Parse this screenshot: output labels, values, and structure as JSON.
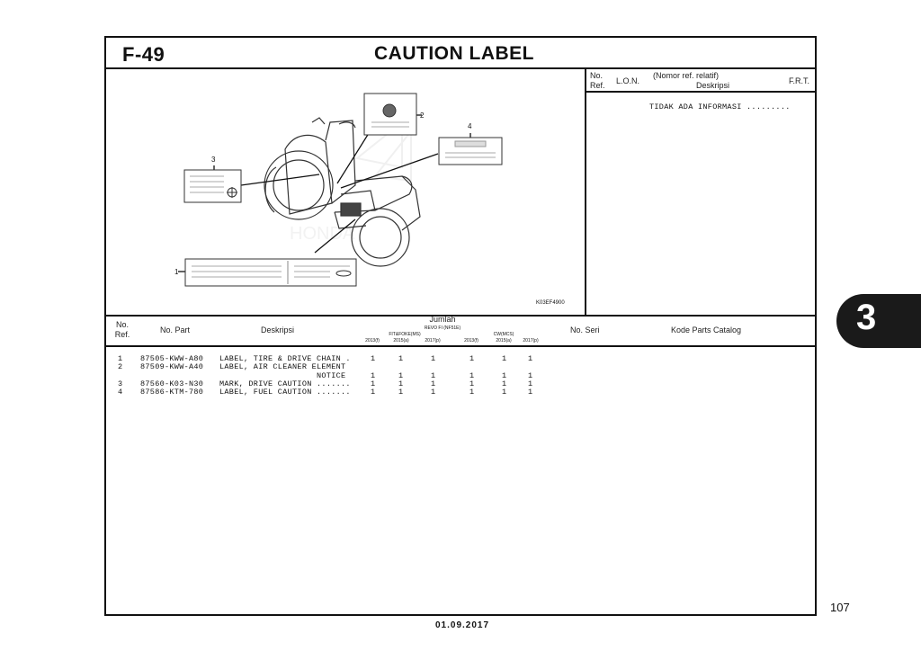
{
  "header": {
    "figure_no": "F-49",
    "title": "CAUTION LABEL"
  },
  "right_panel": {
    "col_no_ref_1": "No.",
    "col_no_ref_2": "Ref.",
    "col_lon": "L.O.N.",
    "col_desc_1": "(Nomor ref. relatif)",
    "col_desc_2": "Deskripsi",
    "col_frt": "F.R.T.",
    "info": "TIDAK ADA INFORMASI ........."
  },
  "illustration": {
    "callouts": [
      "1",
      "2",
      "3",
      "4"
    ],
    "code": "K03EF4900"
  },
  "parts_table": {
    "headers": {
      "no_ref_1": "No.",
      "no_ref_2": "Ref.",
      "no_part": "No. Part",
      "desc": "Deskripsi",
      "jumlah": "Jumlah",
      "revo": "REVO FI (NF51E)",
      "fit": "FIT&FOKE(MS)",
      "cw": "CW(MCS)",
      "years": [
        "2013(f)",
        "2015(a)",
        "2017(p)",
        "2013(f)",
        "2015(a)",
        "2017(p)"
      ],
      "no_seri": "No. Seri",
      "kode": "Kode Parts Catalog"
    },
    "rows": [
      {
        "ref": "1",
        "part": "87505-KWW-A80",
        "desc": "LABEL, TIRE & DRIVE CHAIN .",
        "q": [
          "1",
          "1",
          "1",
          "1",
          "1",
          "1"
        ]
      },
      {
        "ref": "2",
        "part": "87509-KWW-A40",
        "desc": "LABEL, AIR CLEANER ELEMENT",
        "q": [
          "",
          "",
          "",
          "",
          "",
          ""
        ]
      },
      {
        "ref": "",
        "part": "",
        "desc": "NOTICE",
        "q": [
          "1",
          "1",
          "1",
          "1",
          "1",
          "1"
        ]
      },
      {
        "ref": "3",
        "part": "87560-K03-N30",
        "desc": "MARK, DRIVE CAUTION .......",
        "q": [
          "1",
          "1",
          "1",
          "1",
          "1",
          "1"
        ]
      },
      {
        "ref": "4",
        "part": "87586-KTM-780",
        "desc": "LABEL, FUEL CAUTION .......",
        "q": [
          "1",
          "1",
          "1",
          "1",
          "1",
          "1"
        ]
      }
    ]
  },
  "side_tab": "3",
  "page_number": "107",
  "date": "01.09.2017"
}
